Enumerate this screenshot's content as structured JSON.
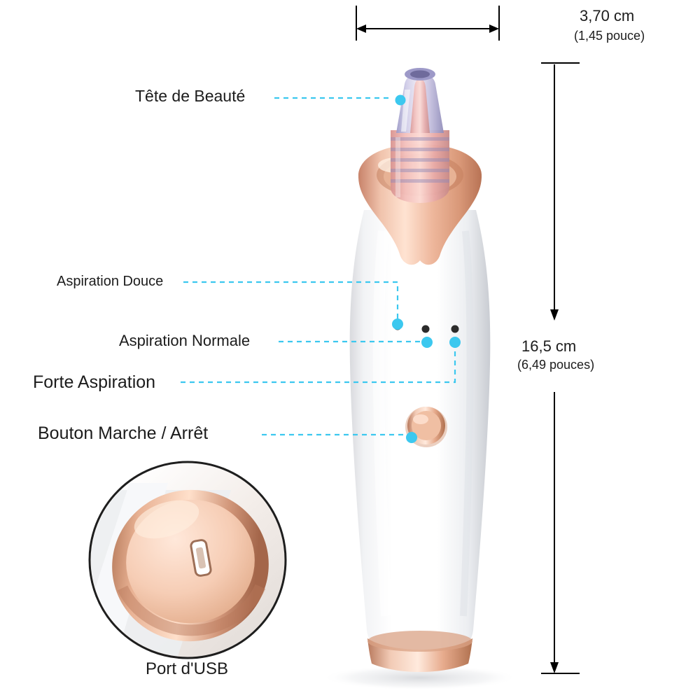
{
  "diagram": {
    "title": "Tete de nettoyage des pores - schema annote",
    "accent_color": "#3cc8ef",
    "labels": {
      "head": "Tête de Beauté",
      "soft_suction": "Aspiration Douce",
      "normal_suction": "Aspiration Normale",
      "strong_suction": "Forte Aspiration",
      "power_button": "Bouton Marche / Arrêt",
      "usb_port": "Port d'USB"
    },
    "dimensions": {
      "width_cm": "3,70 cm",
      "width_in": "(1,45 pouce)",
      "height_cm": "16,5 cm",
      "height_in": "(6,49 pouces)"
    },
    "colors": {
      "body_white": "#fdfdfd",
      "rose_gold": "#e8b49c",
      "rose_gold_dark": "#c4836a",
      "tip_purple": "#b9b6dc",
      "tip_pink": "#e8a9a6",
      "callout_dot": "#3cc8ef",
      "dim_line": "#000000"
    }
  }
}
